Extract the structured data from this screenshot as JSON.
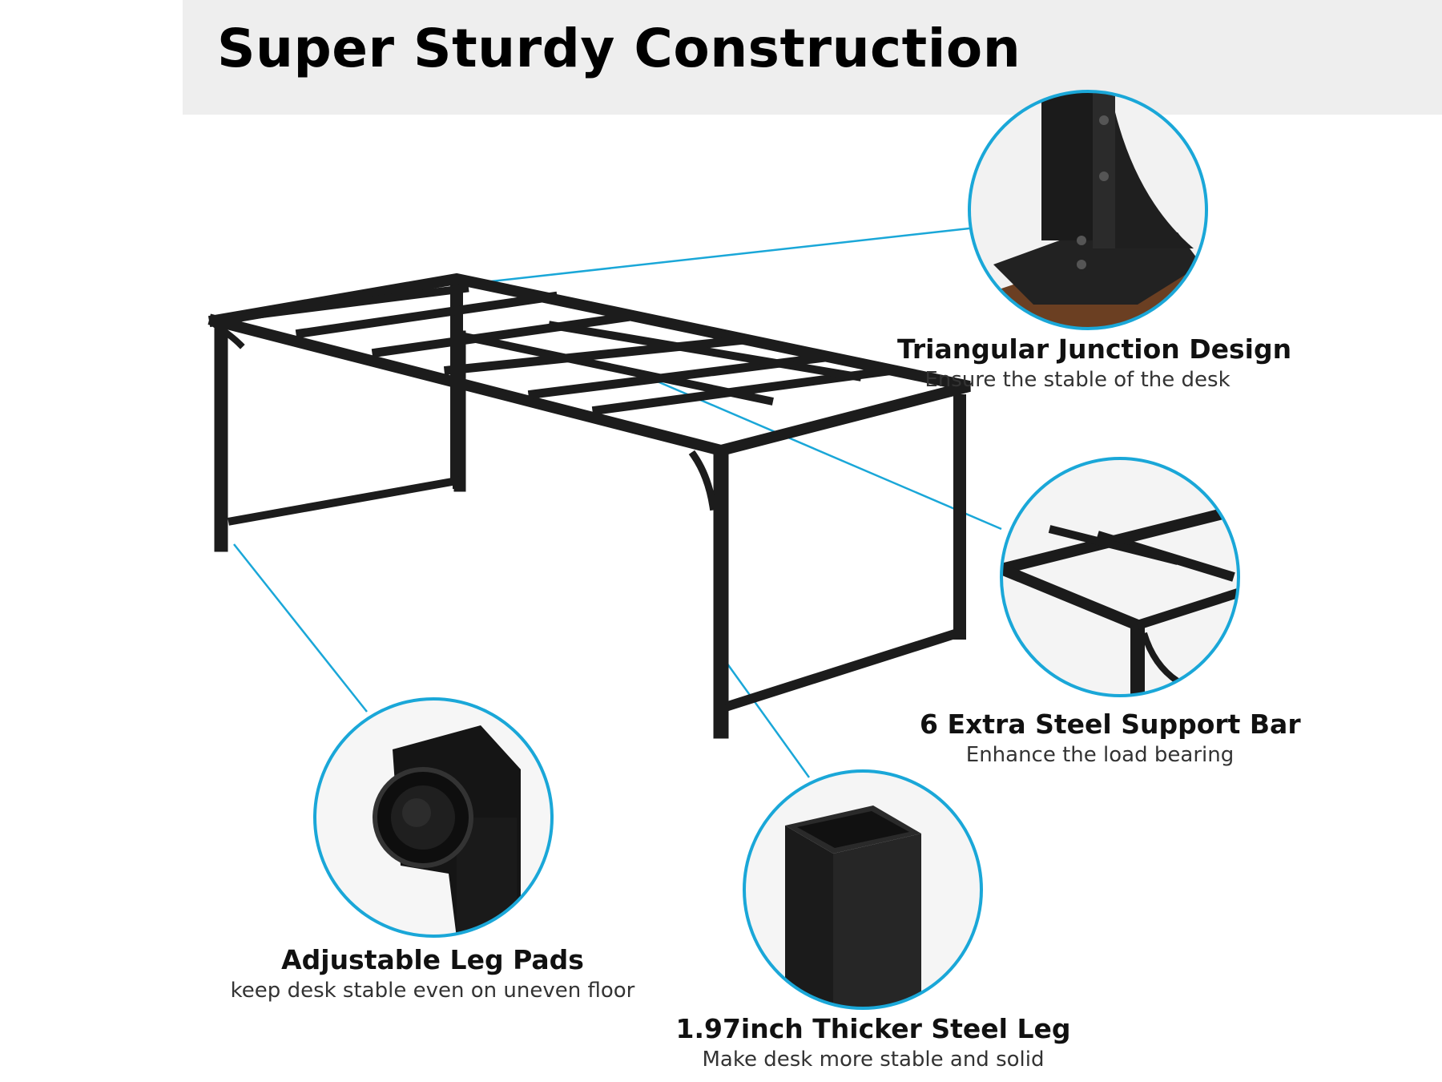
{
  "title": "Super Sturdy Construction",
  "accent_color": "#1aa7d8",
  "callouts": [
    {
      "key": "triangular",
      "heading": "Triangular Junction Design",
      "subtitle": "Ensure the stable of the desk"
    },
    {
      "key": "support",
      "heading": "6 Extra Steel Support Bar",
      "subtitle": "Enhance the load bearing"
    },
    {
      "key": "legpads",
      "heading": "Adjustable Leg Pads",
      "subtitle": "keep desk stable even on uneven floor"
    },
    {
      "key": "leg",
      "heading": "1.97inch Thicker Steel Leg",
      "subtitle": "Make desk more stable and solid"
    }
  ]
}
